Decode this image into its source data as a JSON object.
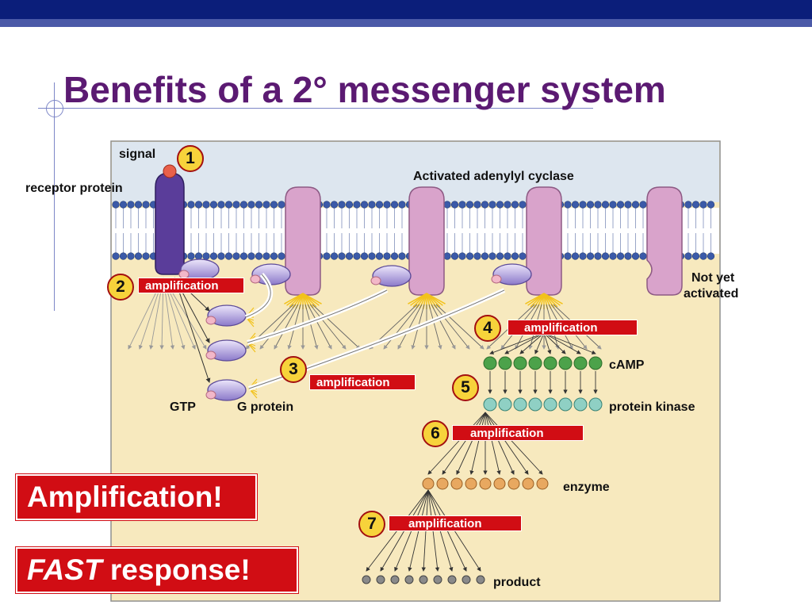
{
  "slide": {
    "title": "Benefits of a 2° messenger system"
  },
  "diagram": {
    "labels": {
      "signal": "signal",
      "receptor_protein": "receptor protein",
      "activated_adenylyl_cyclase": "Activated adenylyl cyclase",
      "not_yet_line1": "Not yet",
      "not_yet_line2": "activated",
      "gtp": "GTP",
      "g_protein": "G protein",
      "camp": "cAMP",
      "protein_kinase": "protein kinase",
      "enzyme": "enzyme",
      "product": "product"
    },
    "amplification_tags": [
      {
        "step": "2",
        "label": "amplification"
      },
      {
        "step": "3",
        "label": "amplification"
      },
      {
        "step": "4",
        "label": "amplification"
      },
      {
        "step": "6",
        "label": "amplification"
      },
      {
        "step": "7",
        "label": "amplification"
      }
    ],
    "step_numbers": [
      "1",
      "2",
      "3",
      "4",
      "5",
      "6",
      "7"
    ]
  },
  "callouts": {
    "amplification": "Amplification!",
    "fast_word": "FAST",
    "response_word": "response!"
  },
  "colors": {
    "title": "#5b1a72",
    "accent_red": "#d10d14",
    "step_yellow": "#f7d33b",
    "panel_bg": "#f7e9be",
    "extracellular_bg": "#dde6ef",
    "membrane_head": "#3b5aa8",
    "cyclase_pink": "#d9a3cb",
    "receptor_purple": "#5a3d9a",
    "camp_green": "#4ca24a",
    "kinase_teal": "#8fd0c4",
    "enzyme_orange": "#e8a860",
    "product_gray": "#8a8a8a"
  }
}
